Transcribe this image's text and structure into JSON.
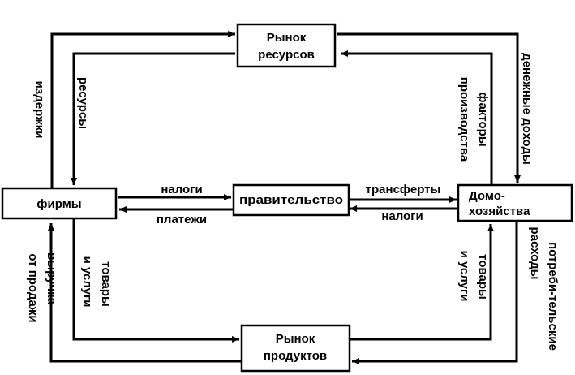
{
  "nodes": {
    "resource_market": {
      "line1": "Рынок",
      "line2": "ресурсов"
    },
    "firms": {
      "label": "фирмы"
    },
    "government": {
      "label": "правительство"
    },
    "households": {
      "line1": "Домо-",
      "line2": "хозяйства"
    },
    "product_market": {
      "line1": "Рынок",
      "line2": "продуктов"
    }
  },
  "edges": {
    "costs": "издержки",
    "resources": "ресурсы",
    "money_income": "денежные доходы",
    "factors_line1": "факторы",
    "factors_line2": "производства",
    "taxes_from_firms": "налоги",
    "payments_to_firms": "платежи",
    "transfers": "трансферты",
    "taxes_from_households": "налоги",
    "revenue_line1": "выручка",
    "revenue_line2": "от продажи",
    "firm_goods_line1": "товары",
    "firm_goods_line2": "и услуги",
    "hh_goods_line1": "товары",
    "hh_goods_line2": "и услуги",
    "consumer_line1": "потреби-тельские",
    "consumer_line2": "расходы"
  }
}
